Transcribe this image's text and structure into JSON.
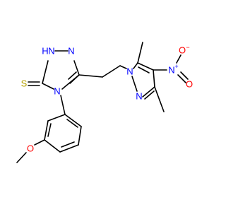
{
  "structure": {
    "atoms": {
      "S": {
        "text": "S",
        "color": "#b5a000"
      },
      "NH": {
        "text": "NH",
        "color": "#0000ff",
        "h": "H",
        "n": "N"
      },
      "N_triazole_top": {
        "text": "N",
        "color": "#0000ff"
      },
      "N_triazole_bottom": {
        "text": "N",
        "color": "#0000ff"
      },
      "N_pyrazole_1": {
        "text": "N",
        "color": "#0000ff"
      },
      "N_pyrazole_2": {
        "text": "N",
        "color": "#0000ff"
      },
      "N_nitro": {
        "text": "N",
        "color": "#0000ff",
        "charge": "+"
      },
      "O_nitro_top": {
        "text": "O",
        "color": "#ff0000",
        "charge": "−"
      },
      "O_nitro_bottom": {
        "text": "O",
        "color": "#ff0000"
      },
      "O_methoxy": {
        "text": "O",
        "color": "#ff0000"
      }
    },
    "bond_color": "#000000",
    "background": "#ffffff"
  }
}
